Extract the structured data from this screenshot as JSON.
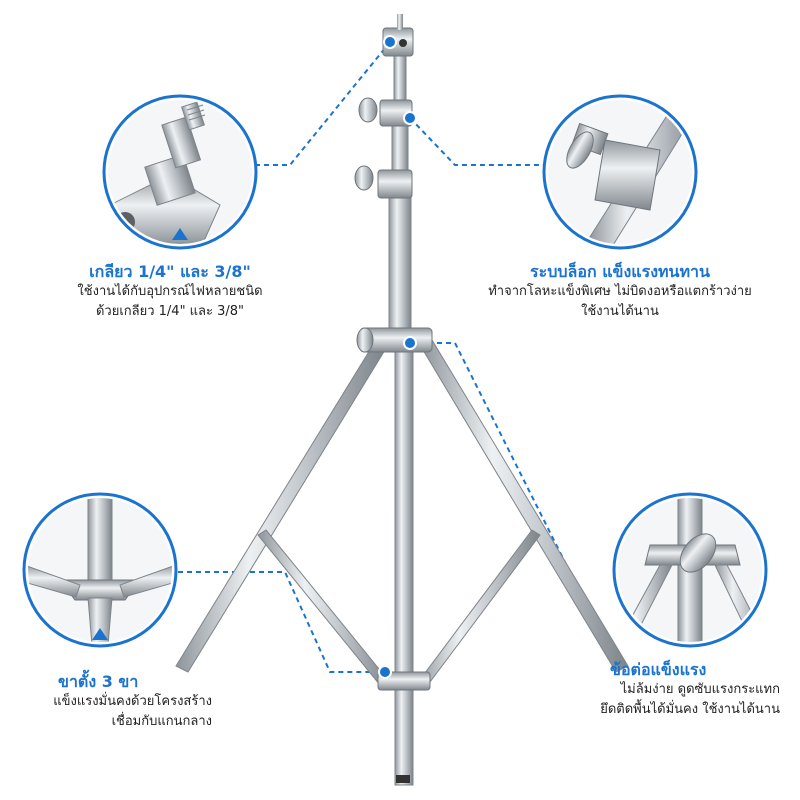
{
  "theme": {
    "accent": "#1a74cf",
    "metal": "#c9ced3",
    "text": "#1a1a1a"
  },
  "callouts": {
    "thread": {
      "title": "เกลียว 1/4\" และ 3/8\"",
      "line1": "ใช้งานได้กับอุปกรณ์ไฟหลายชนิด",
      "line2": "ด้วยเกลียว 1/4\" และ 3/8\""
    },
    "lock": {
      "title": "ระบบล็อก แข็งแรงทนทาน",
      "line1": "ทำจากโลหะแข็งพิเศษ ไม่บิดงอหรือแตกร้าวง่าย",
      "line2": "ใช้งานได้นาน"
    },
    "legs": {
      "title": "ขาตั้ง 3 ขา",
      "line1": "แข็งแรงมั่นคงด้วยโครงสร้าง",
      "line2": "เชื่อมกับแกนกลาง"
    },
    "joint": {
      "title": "ข้อต่อแข็งแรง",
      "line1": "ไม่ล้มง่าย ดูดซับแรงกระแทก",
      "line2": "ยึดติดพื้นได้มั่นคง ใช้งานได้นาน"
    }
  },
  "icons": [
    "thread-spigot-icon",
    "locking-knob-icon",
    "tripod-base-icon",
    "leg-joint-icon"
  ]
}
